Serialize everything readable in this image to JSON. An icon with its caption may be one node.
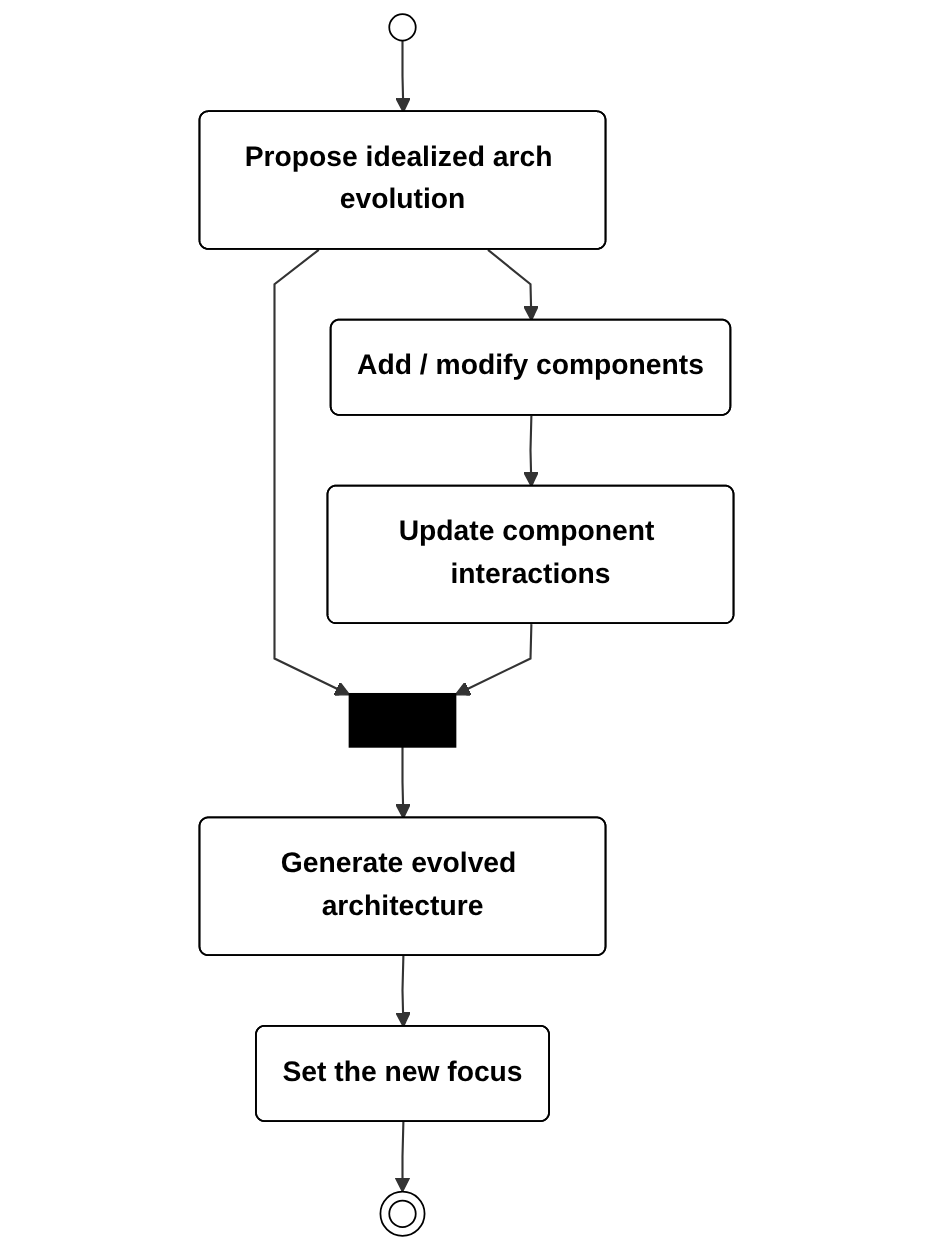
{
  "diagram": {
    "nodes": [
      {
        "text": [],
        "shape": "circle"
      },
      {
        "text": [
          "Propose idealized arch evolution"
        ]
      },
      {
        "text": [
          "Add / modify components"
        ]
      },
      {
        "text": [
          "Update component interactions"
        ]
      },
      {
        "text": [],
        "shape": "bar"
      },
      {
        "text": [
          "Generate evolved architecture"
        ]
      },
      {
        "text": [
          "Set the new focus"
        ]
      },
      {
        "text": [],
        "shape": "circle"
      }
    ],
    "edges": [
      {
        "from": 0,
        "to": 1,
        "arrow": "to"
      },
      {
        "from": 1,
        "to": 2,
        "arrow": "to"
      },
      {
        "from": 2,
        "to": 3,
        "arrow": "to"
      },
      {
        "from": 1,
        "to": 4,
        "arrow": "to"
      },
      {
        "from": 3,
        "to": 4,
        "arrow": "to"
      },
      {
        "from": 4,
        "to": 5,
        "arrow": "to"
      },
      {
        "from": 5,
        "to": 6,
        "arrow": "to"
      },
      {
        "from": 6,
        "to": 7,
        "arrow": "to"
      }
    ]
  }
}
